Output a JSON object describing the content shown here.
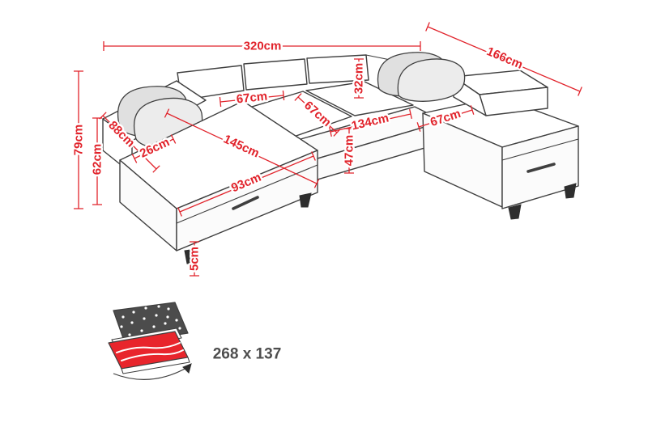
{
  "diagram": {
    "accent_color": "#e1232b",
    "outline_color": "#3f3f3f",
    "measurements": {
      "overall_width": "320cm",
      "overall_depth": "166cm",
      "total_height": "79cm",
      "armrest_height": "62cm",
      "left_chaise_back": "88cm",
      "armrest_width": "26cm",
      "left_seat_width": "67cm",
      "mid_seat_depth": "67cm",
      "backrest_height": "32cm",
      "center_width": "134cm",
      "right_seat_width": "67cm",
      "left_chaise_length": "145cm",
      "seat_height": "47cm",
      "leg_height": "5cm"
    },
    "sleeping_area": {
      "label": "268 x 137"
    },
    "icons": {
      "sofa_bed_icon": "sofa-bed-unfolding-icon"
    }
  }
}
